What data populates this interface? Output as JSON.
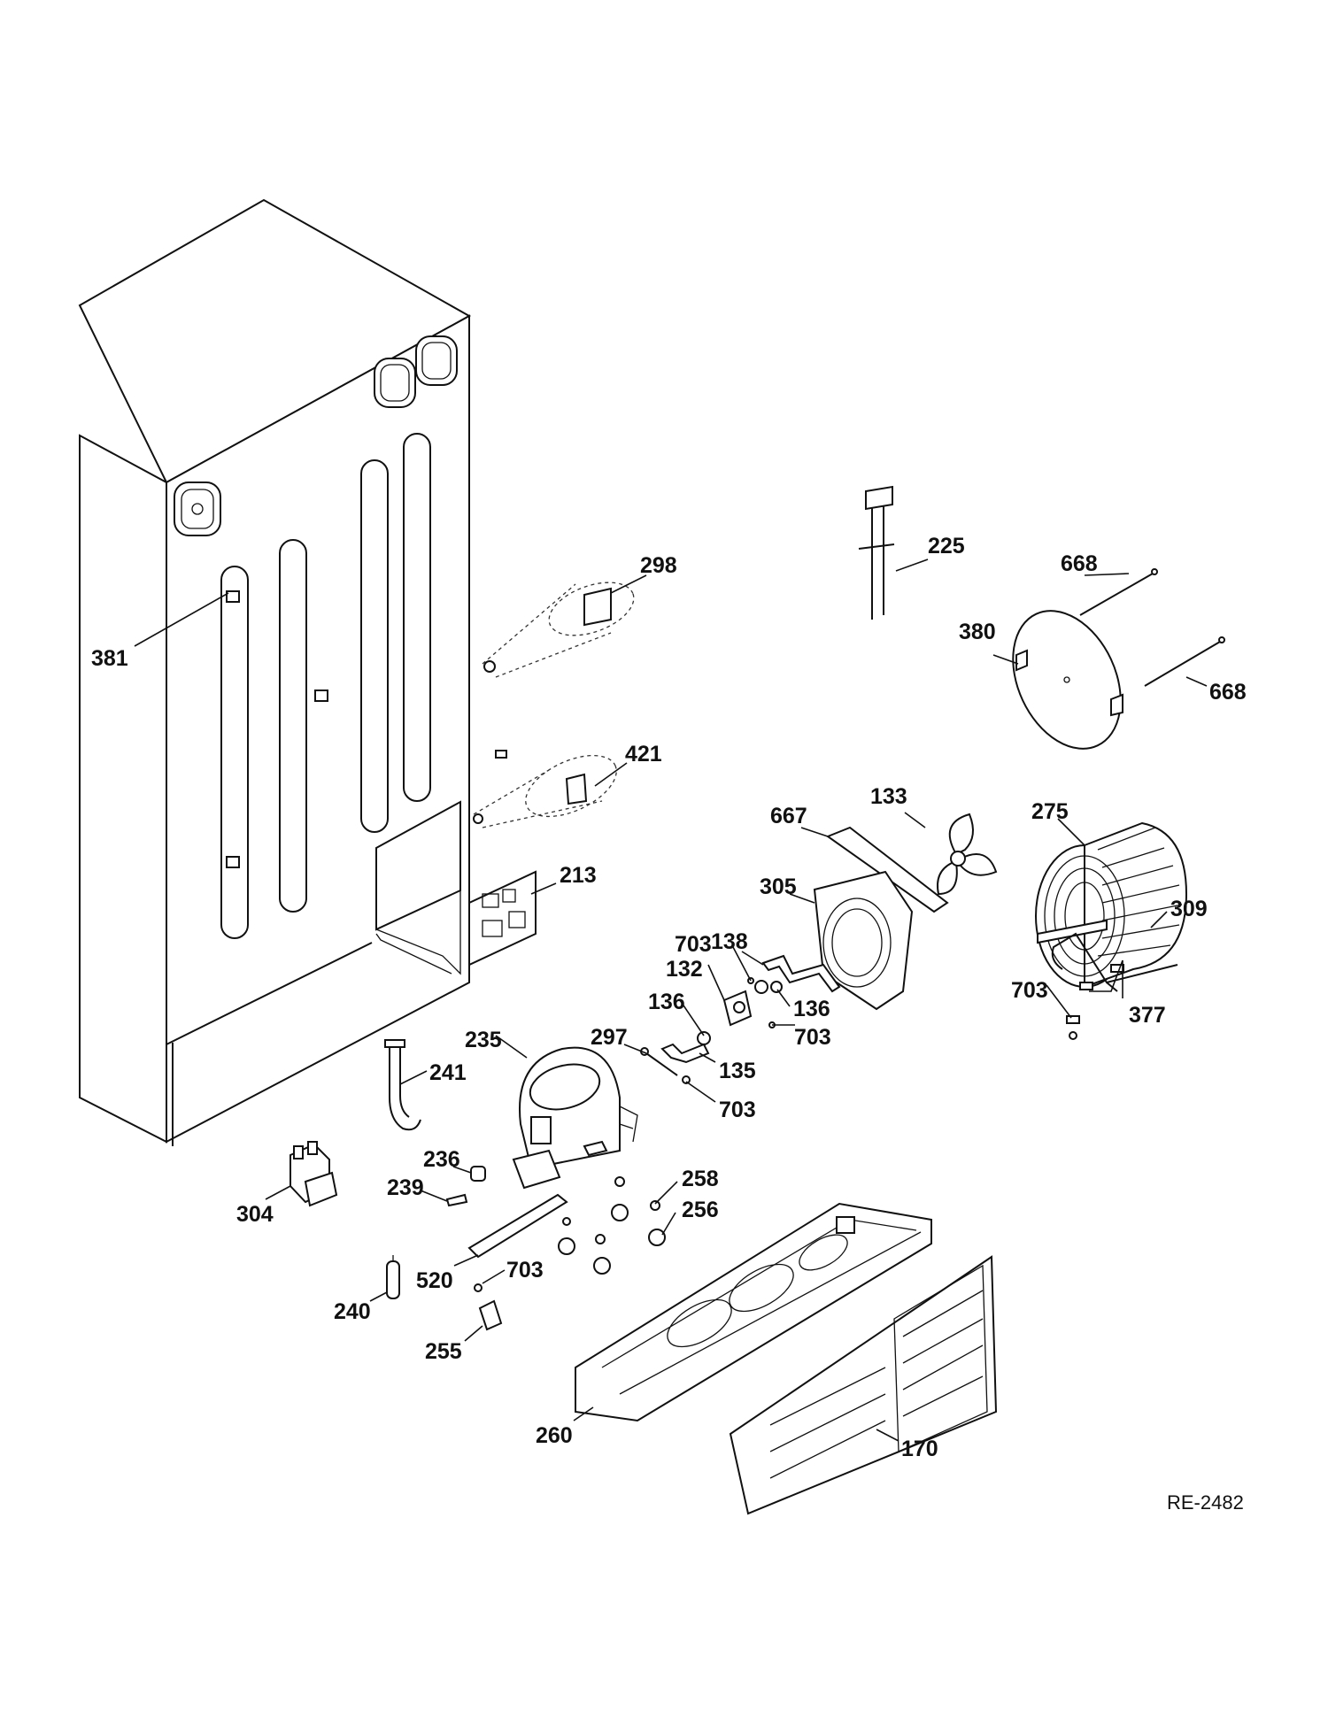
{
  "diagram_ref": "RE-2482",
  "callouts": [
    {
      "id": "381",
      "text": "381"
    },
    {
      "id": "298",
      "text": "298"
    },
    {
      "id": "421",
      "text": "421"
    },
    {
      "id": "213",
      "text": "213"
    },
    {
      "id": "225",
      "text": "225"
    },
    {
      "id": "668a",
      "text": "668"
    },
    {
      "id": "668b",
      "text": "668"
    },
    {
      "id": "380",
      "text": "380"
    },
    {
      "id": "133",
      "text": "133"
    },
    {
      "id": "275",
      "text": "275"
    },
    {
      "id": "667",
      "text": "667"
    },
    {
      "id": "305",
      "text": "305"
    },
    {
      "id": "309",
      "text": "309"
    },
    {
      "id": "138",
      "text": "138"
    },
    {
      "id": "703a",
      "text": "703"
    },
    {
      "id": "132",
      "text": "132"
    },
    {
      "id": "136a",
      "text": "136"
    },
    {
      "id": "136b",
      "text": "136"
    },
    {
      "id": "703b",
      "text": "703"
    },
    {
      "id": "703c",
      "text": "703"
    },
    {
      "id": "377",
      "text": "377"
    },
    {
      "id": "235",
      "text": "235"
    },
    {
      "id": "297",
      "text": "297"
    },
    {
      "id": "135",
      "text": "135"
    },
    {
      "id": "703d",
      "text": "703"
    },
    {
      "id": "241",
      "text": "241"
    },
    {
      "id": "236",
      "text": "236"
    },
    {
      "id": "239",
      "text": "239"
    },
    {
      "id": "304",
      "text": "304"
    },
    {
      "id": "258",
      "text": "258"
    },
    {
      "id": "256",
      "text": "256"
    },
    {
      "id": "520",
      "text": "520"
    },
    {
      "id": "703e",
      "text": "703"
    },
    {
      "id": "240",
      "text": "240"
    },
    {
      "id": "255",
      "text": "255"
    },
    {
      "id": "260",
      "text": "260"
    },
    {
      "id": "170",
      "text": "170"
    }
  ]
}
